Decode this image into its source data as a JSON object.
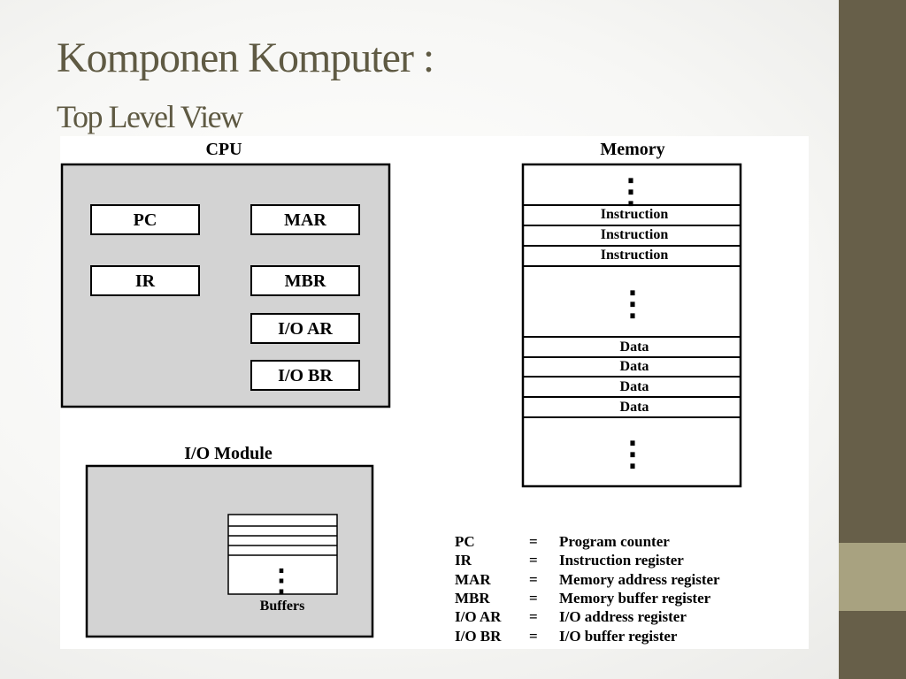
{
  "slide": {
    "title": "Komponen Komputer :",
    "subtitle": "Top Level View",
    "colors": {
      "title": "#5f5a43",
      "sidebar": "#675f49",
      "sidebar_accent": "#a8a280",
      "block_fill": "#d3d3d3"
    }
  },
  "cpu": {
    "title": "CPU",
    "registers": [
      "PC",
      "MAR",
      "IR",
      "MBR",
      "I/O AR",
      "I/O BR"
    ]
  },
  "memory": {
    "title": "Memory",
    "ellipsis": "⋮",
    "instruction_rows": [
      "Instruction",
      "Instruction",
      "Instruction"
    ],
    "data_rows": [
      "Data",
      "Data",
      "Data",
      "Data"
    ]
  },
  "io_module": {
    "title": "I/O Module",
    "buffer_label": "Buffers"
  },
  "legend": [
    {
      "abbr": "PC",
      "eq": "=",
      "meaning": "Program counter"
    },
    {
      "abbr": "IR",
      "eq": "=",
      "meaning": "Instruction register"
    },
    {
      "abbr": "MAR",
      "eq": "=",
      "meaning": "Memory address register"
    },
    {
      "abbr": "MBR",
      "eq": "=",
      "meaning": "Memory buffer register"
    },
    {
      "abbr": "I/O AR",
      "eq": "=",
      "meaning": "I/O address register"
    },
    {
      "abbr": "I/O BR",
      "eq": "=",
      "meaning": "I/O buffer register"
    }
  ]
}
